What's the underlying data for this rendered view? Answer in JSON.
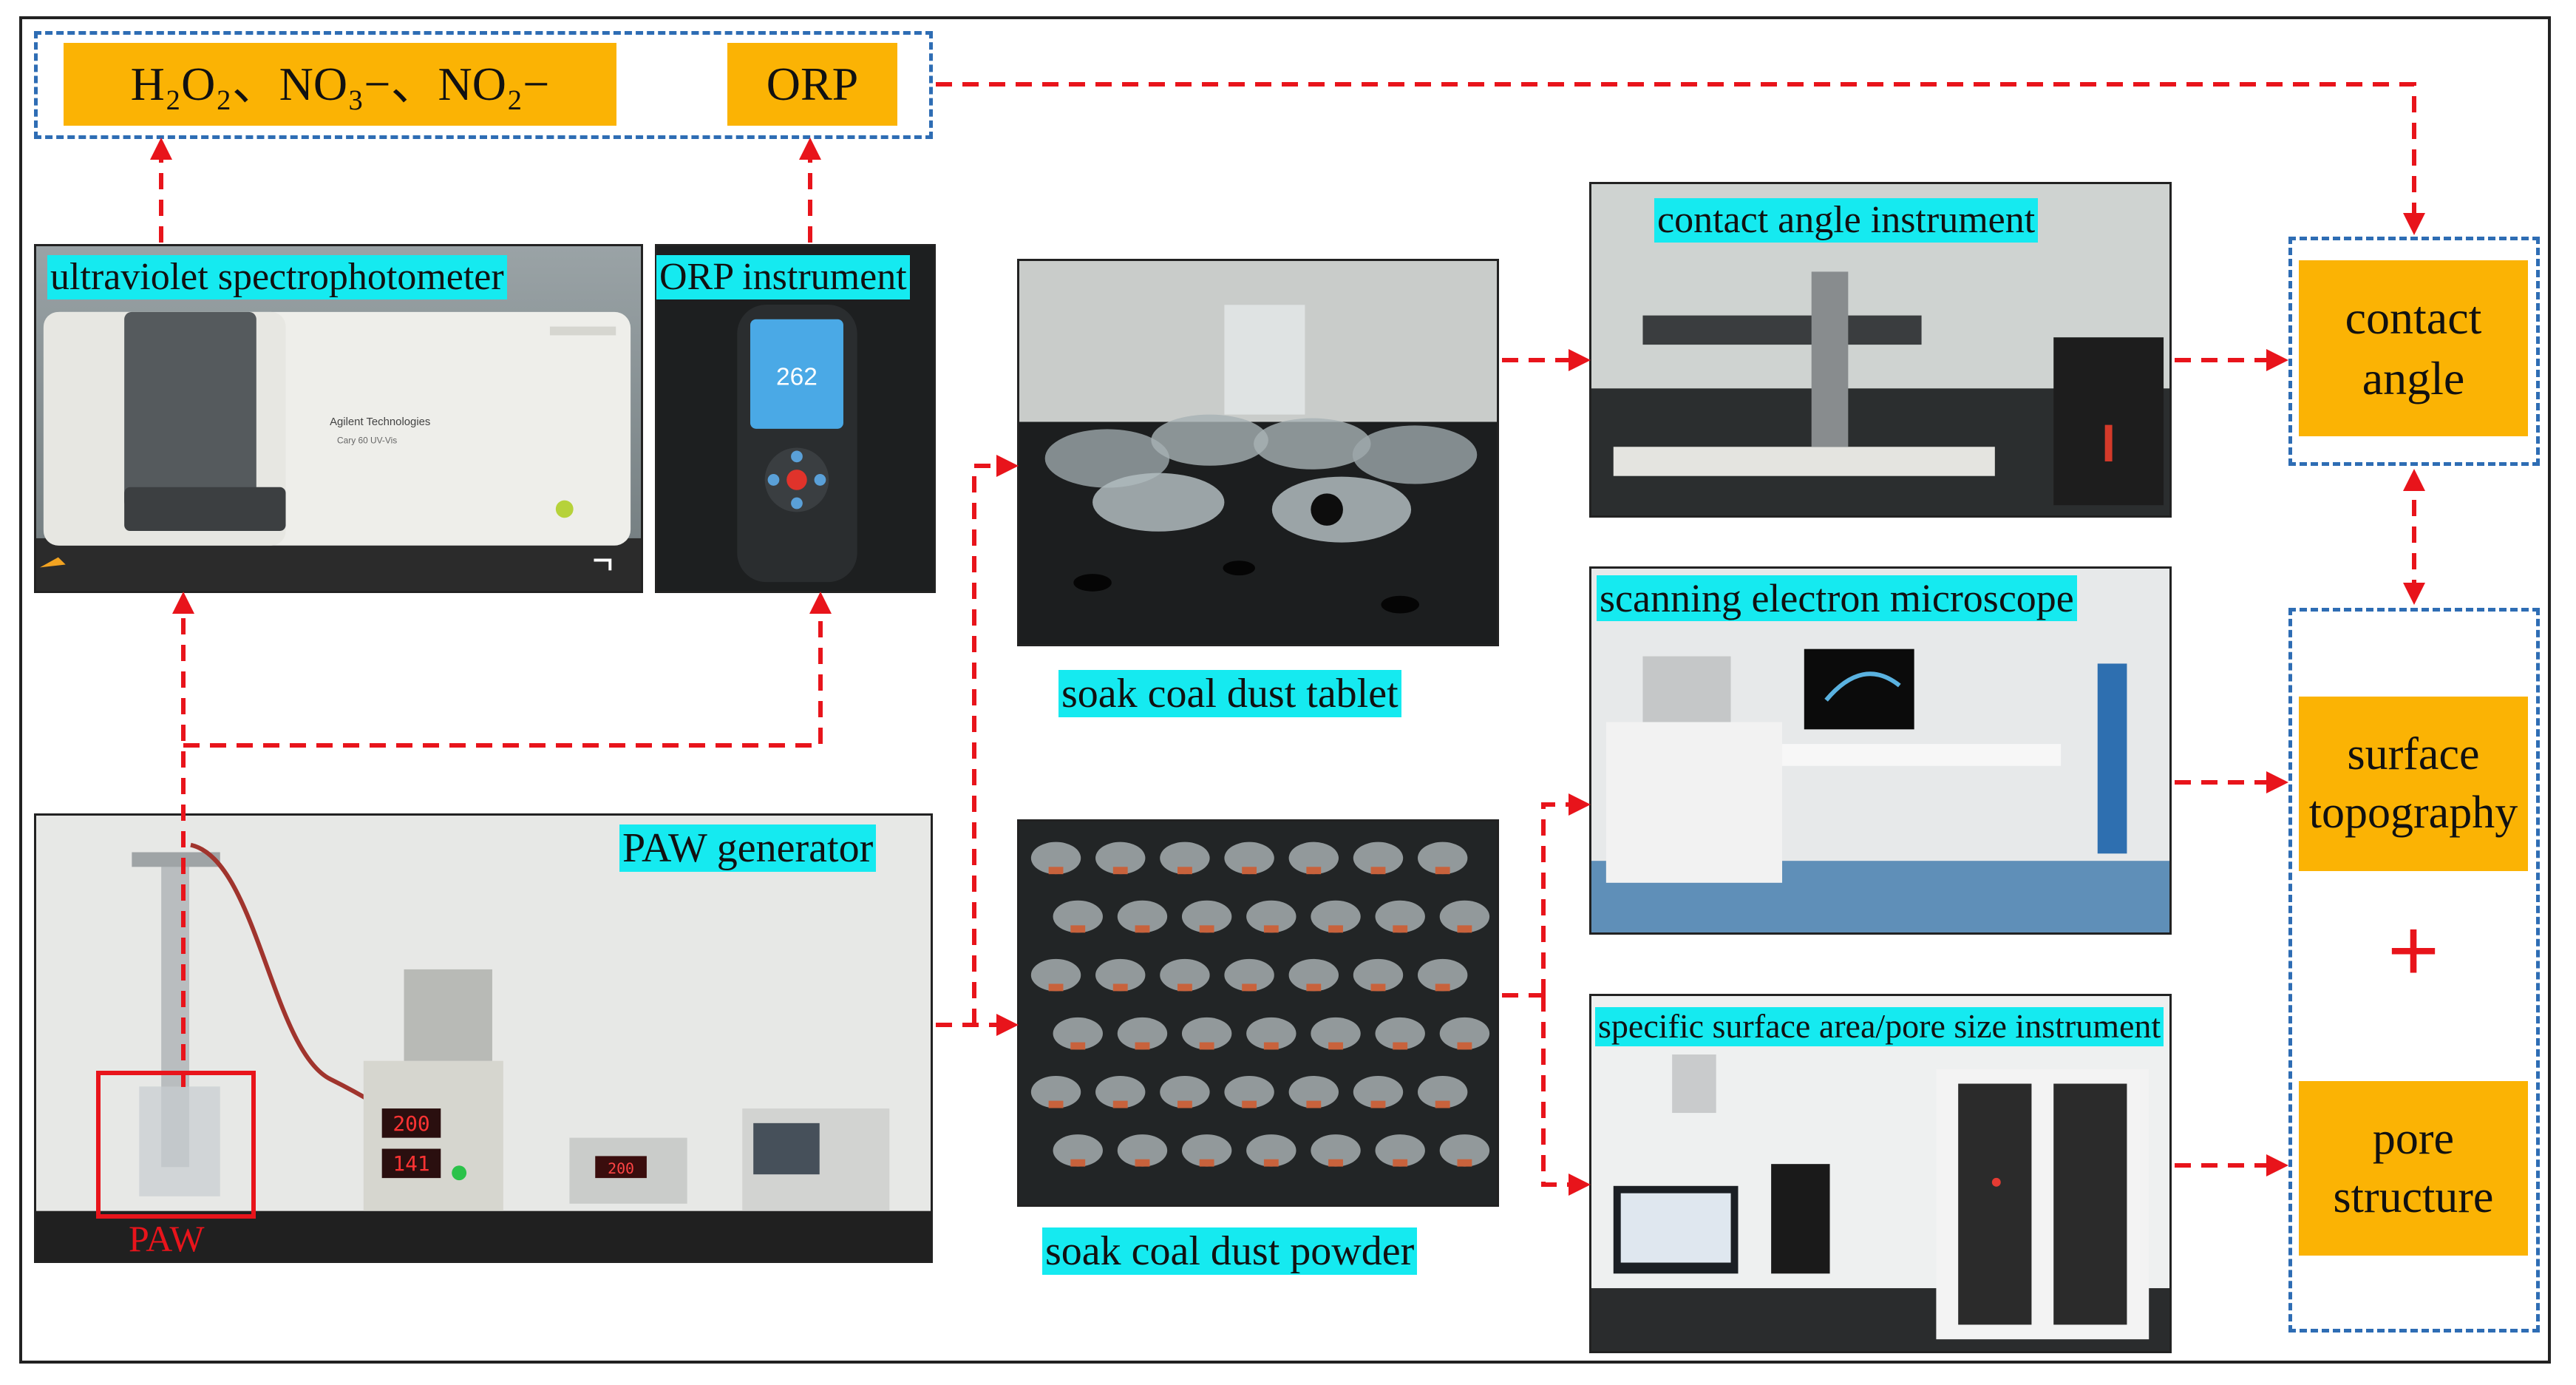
{
  "top": {
    "species_text": "H₂O₂、NO₃−、NO₂−",
    "orp_label": "ORP"
  },
  "instruments": {
    "uv": "ultraviolet spectrophotometer",
    "orp": "ORP instrument",
    "paw_generator": "PAW generator",
    "paw_tag": "PAW",
    "uv_brand": "Agilent Technologies",
    "uv_model": "Cary 60  UV-Vis",
    "orp_reading": "262",
    "contact_angle": "contact angle instrument",
    "sem": "scanning electron microscope",
    "bet": "specific surface area/pore size instrument",
    "display_1": "200",
    "display_2": "141",
    "display_3": "200"
  },
  "samples": {
    "tablet": "soak coal dust tablet",
    "powder": "soak coal dust powder"
  },
  "results": {
    "contact_angle": "contact angle",
    "surface_topography": "surface topography",
    "plus": "+",
    "pore_structure": "pore structure"
  },
  "colors": {
    "arrow": "#e8141b",
    "dash_box": "#2e6db4",
    "orange_label": "#fbb304",
    "cyan_label": "#15eaf0"
  }
}
